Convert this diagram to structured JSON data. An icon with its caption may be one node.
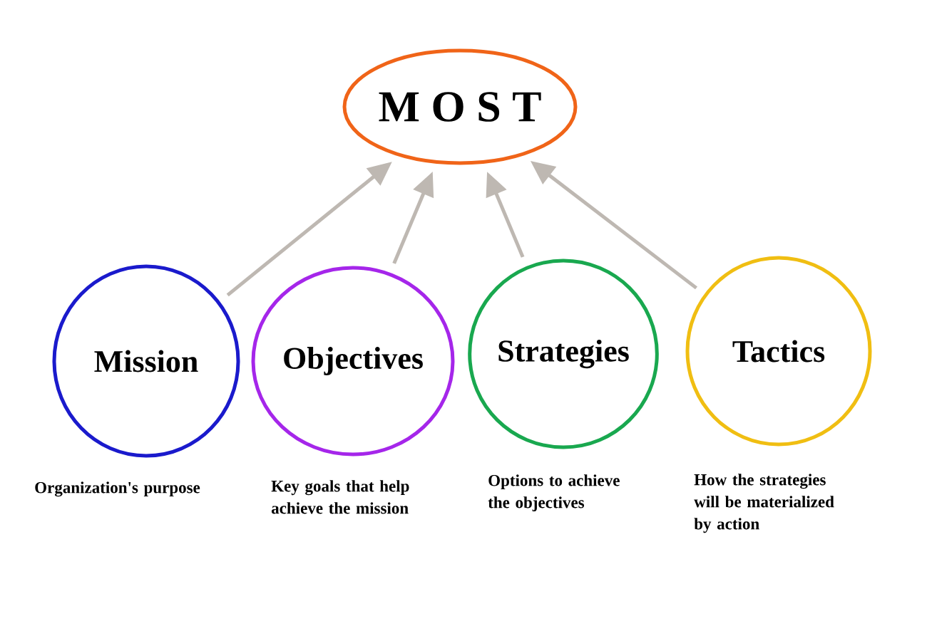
{
  "diagram": {
    "nodes": [
      {
        "text": [
          "M O S T"
        ]
      },
      {
        "text": [
          "Mission"
        ],
        "beside": [
          "Organization's purpose"
        ]
      },
      {
        "text": [
          "Objectives"
        ],
        "beside": [
          "Key goals that help achieve the mission"
        ]
      },
      {
        "text": [
          "Strategies"
        ],
        "beside": [
          "Options to achieve the objectives"
        ]
      },
      {
        "text": [
          "Tactics"
        ],
        "beside": [
          "How the strategies will be materialized by action"
        ]
      }
    ],
    "edges": [
      {
        "from": 1,
        "to": 0,
        "arrow": "to"
      },
      {
        "from": 2,
        "to": 0,
        "arrow": "to"
      },
      {
        "from": 3,
        "to": 0,
        "arrow": "to"
      },
      {
        "from": 4,
        "to": 0,
        "arrow": "to"
      }
    ]
  }
}
